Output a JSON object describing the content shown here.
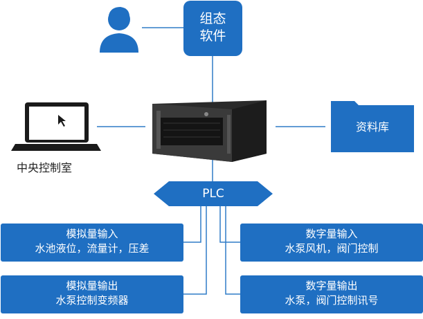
{
  "config_software": {
    "line1": "组态",
    "line2": "软件"
  },
  "control_room": {
    "label": "中央控制室"
  },
  "database": {
    "label": "资料库"
  },
  "plc": {
    "label": "PLC"
  },
  "io": {
    "analog_in": {
      "title": "模拟量输入",
      "detail": "水池液位，流量计，压差"
    },
    "digital_in": {
      "title": "数字量输入",
      "detail": "水泵风机，阀门控制"
    },
    "analog_out": {
      "title": "模拟量输出",
      "detail": "水泵控制变频器"
    },
    "digital_out": {
      "title": "数字量输出",
      "detail": "水泵，阀门控制讯号"
    }
  },
  "colors": {
    "primary": "#1f6fc2",
    "line": "#2f7bc7",
    "icon": "#1f6fc2"
  }
}
